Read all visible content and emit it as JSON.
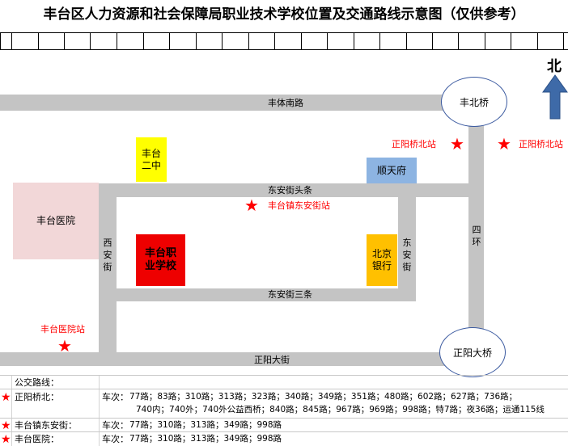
{
  "title": "丰台区人力资源和社会保障局职业技术学校位置及交通路线示意图（仅供参考）",
  "north": "北",
  "roads": {
    "fengti_south": "丰体南路",
    "dongan_toutiao": "东安街头条",
    "dongan_santiao": "东安街三条",
    "zhengyang": "正阳大街",
    "xianjie": "西安街",
    "dongjie": "东安街",
    "sihuan": "四环"
  },
  "places": {
    "fengtai_no2": "丰台二中",
    "shuntianfu": "顺天府",
    "hospital": "丰台医院",
    "school": "丰台职业学校",
    "bank": "北京银行",
    "fengbei_bridge": "丰北桥",
    "zhengyang_bridge": "正阳大桥"
  },
  "stops": {
    "zhengyangqiao_north_1": "正阳桥北站",
    "zhengyangqiao_north_2": "正阳桥北站",
    "fengtaizhen_dongan": "丰台镇东安街站",
    "hospital_stop": "丰台医院站"
  },
  "legend": {
    "header": "公交路线：",
    "rows": [
      {
        "stop": "正阳桥北：",
        "prefix": "车次：",
        "line1": "77路；83路；310路；313路；323路；340路；349路；351路；480路；602路；627路；736路；",
        "line2": "740内；740外；740外公益西桥；840路；845路；967路；969路；998路；特7路；夜36路；运通115线"
      },
      {
        "stop": "丰台镇东安街：",
        "prefix": "车次：",
        "line1": "77路；310路；313路；349路；998路"
      },
      {
        "stop": "丰台医院：",
        "prefix": "车次：",
        "line1": "77路；310路；313路；349路；998路"
      }
    ]
  },
  "colors": {
    "road": "#c4c4c4",
    "star": "#ff0000",
    "school": "#ee0000",
    "no2": "#ffff00",
    "shuntianfu": "#8db4e2",
    "hospital": "#f2d7d8",
    "bank": "#ffc000",
    "arrow": "#3e6aa8"
  }
}
